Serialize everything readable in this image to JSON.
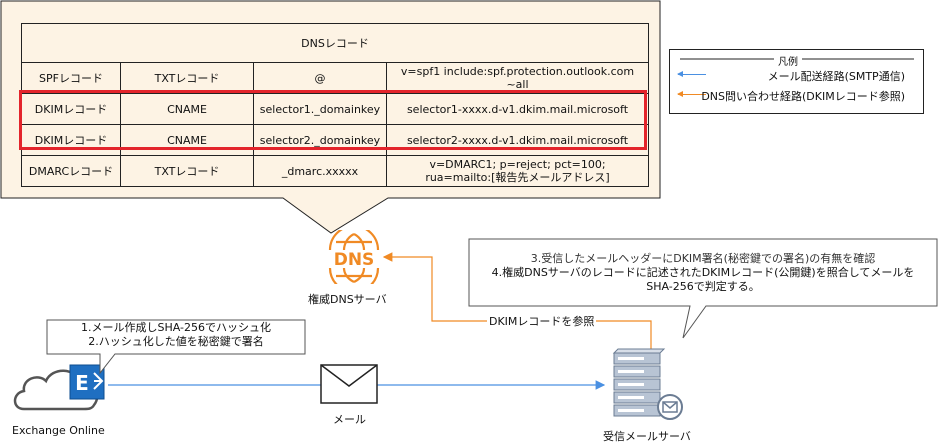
{
  "dns_table": {
    "title": "DNSレコード",
    "rows": [
      [
        "SPFレコード",
        "TXTレコード",
        "@",
        "v=spf1 include:spf.protection.outlook.com ~all"
      ],
      [
        "DKIMレコード",
        "CNAME",
        "selector1._domainkey",
        "selector1-xxxx.d-v1.dkim.mail.microsoft"
      ],
      [
        "DKIMレコード",
        "CNAME",
        "selector2._domainkey",
        "selector2-xxxx.d-v1.dkim.mail.microsoft"
      ],
      [
        "DMARCレコード",
        "TXTレコード",
        "_dmarc.xxxxx",
        "v=DMARC1; p=reject; pct=100;\nrua=mailto:[報告先メールアドレス]"
      ]
    ]
  },
  "legend": {
    "title": "凡例",
    "items": [
      {
        "label": "メール配送経路(SMTP通信)",
        "color": "#4a90e2"
      },
      {
        "label": "DNS問い合わせ経路(DKIMレコード参照)",
        "color": "#f08a24"
      }
    ]
  },
  "nodes": {
    "dns_server": {
      "icon_text": "DNS",
      "label": "権威DNSサーバ",
      "color": "#f08a24"
    },
    "exchange": {
      "label": "Exchange Online",
      "badge": "E"
    },
    "mail": {
      "label": "メール"
    },
    "receiver": {
      "label": "受信メールサーバ"
    }
  },
  "notes": {
    "sender": [
      "1.メール作成しSHA-256でハッシュ化",
      "2.ハッシュ化した値を秘密鍵で署名"
    ],
    "receiver": [
      "3.受信したメールヘッダーにDKIM署名(秘密鍵での署名)の有無を確認",
      "4.権威DNSサーバのレコードに記述されたDKIMレコード(公開鍵)を照合してメールを",
      "SHA-256で判定する。"
    ]
  },
  "edges": {
    "dkim_lookup_label": "DKIMレコードを参照"
  }
}
